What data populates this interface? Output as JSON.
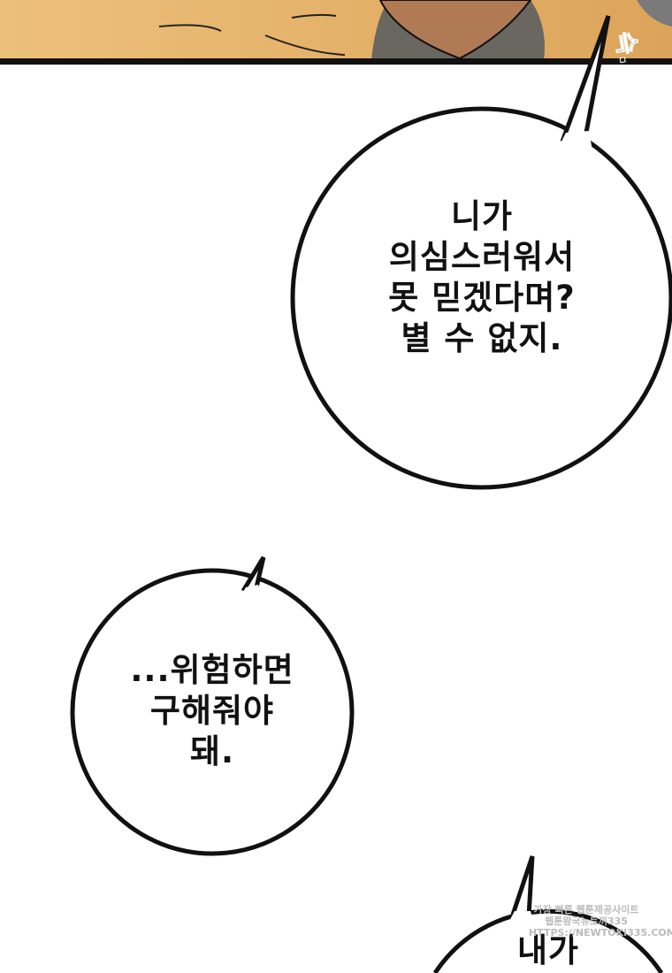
{
  "bubbles": [
    {
      "lines": [
        "니가",
        "의심스러워서",
        "못 믿겠다며?",
        "별 수 없지."
      ]
    },
    {
      "lines": [
        "...위험하면",
        "구해줘야",
        "돼."
      ]
    },
    {
      "lines": [
        "내가"
      ]
    }
  ],
  "sfx": "슥.",
  "watermark": {
    "line1": "가장 빠른 웹툰제공사이트",
    "line2": "웹툰왕국뉴토끼335",
    "line3": "HTTPS://NEWTOKI335.COM"
  },
  "colors": {
    "sand": "#e8b66a",
    "ink": "#111111"
  }
}
